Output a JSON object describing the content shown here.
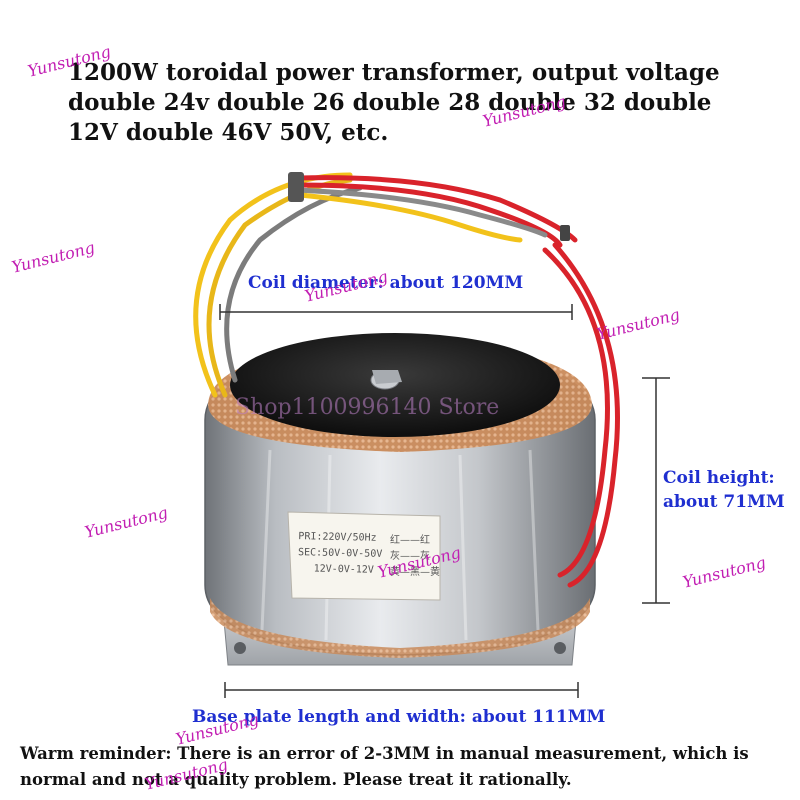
{
  "title": "1200W toroidal power transformer, output voltage double 24v double 26 double 28 double 32 double 12V double 46V 50V, etc.",
  "labels": {
    "coil_diameter": "Coil diameter: about 120MM",
    "coil_height_line1": "Coil height:",
    "coil_height_line2": "about 71MM",
    "base_plate": "Base plate length and width: about 111MM"
  },
  "reminder": "Warm reminder: There is an error of 2-3MM in manual measurement, which is normal and not a quality problem. Please treat it rationally.",
  "sticker": {
    "line1": "PRI:220V/50Hz",
    "line2": "SEC:50V-0V-50V",
    "line3": "12V-0V-12V",
    "cn1": "红——红",
    "cn2": "灰——灰",
    "cn3": "黄—黑—黄"
  },
  "watermarks": {
    "brand": "Yunsutong",
    "store": "Shop1100996140 Store"
  },
  "colors": {
    "label_blue": "#1f2fd0",
    "watermark_magenta": "#c21fb3",
    "wire_red": "#d9232b",
    "wire_yellow": "#f2c21b",
    "wire_gray": "#7c7c7c"
  }
}
